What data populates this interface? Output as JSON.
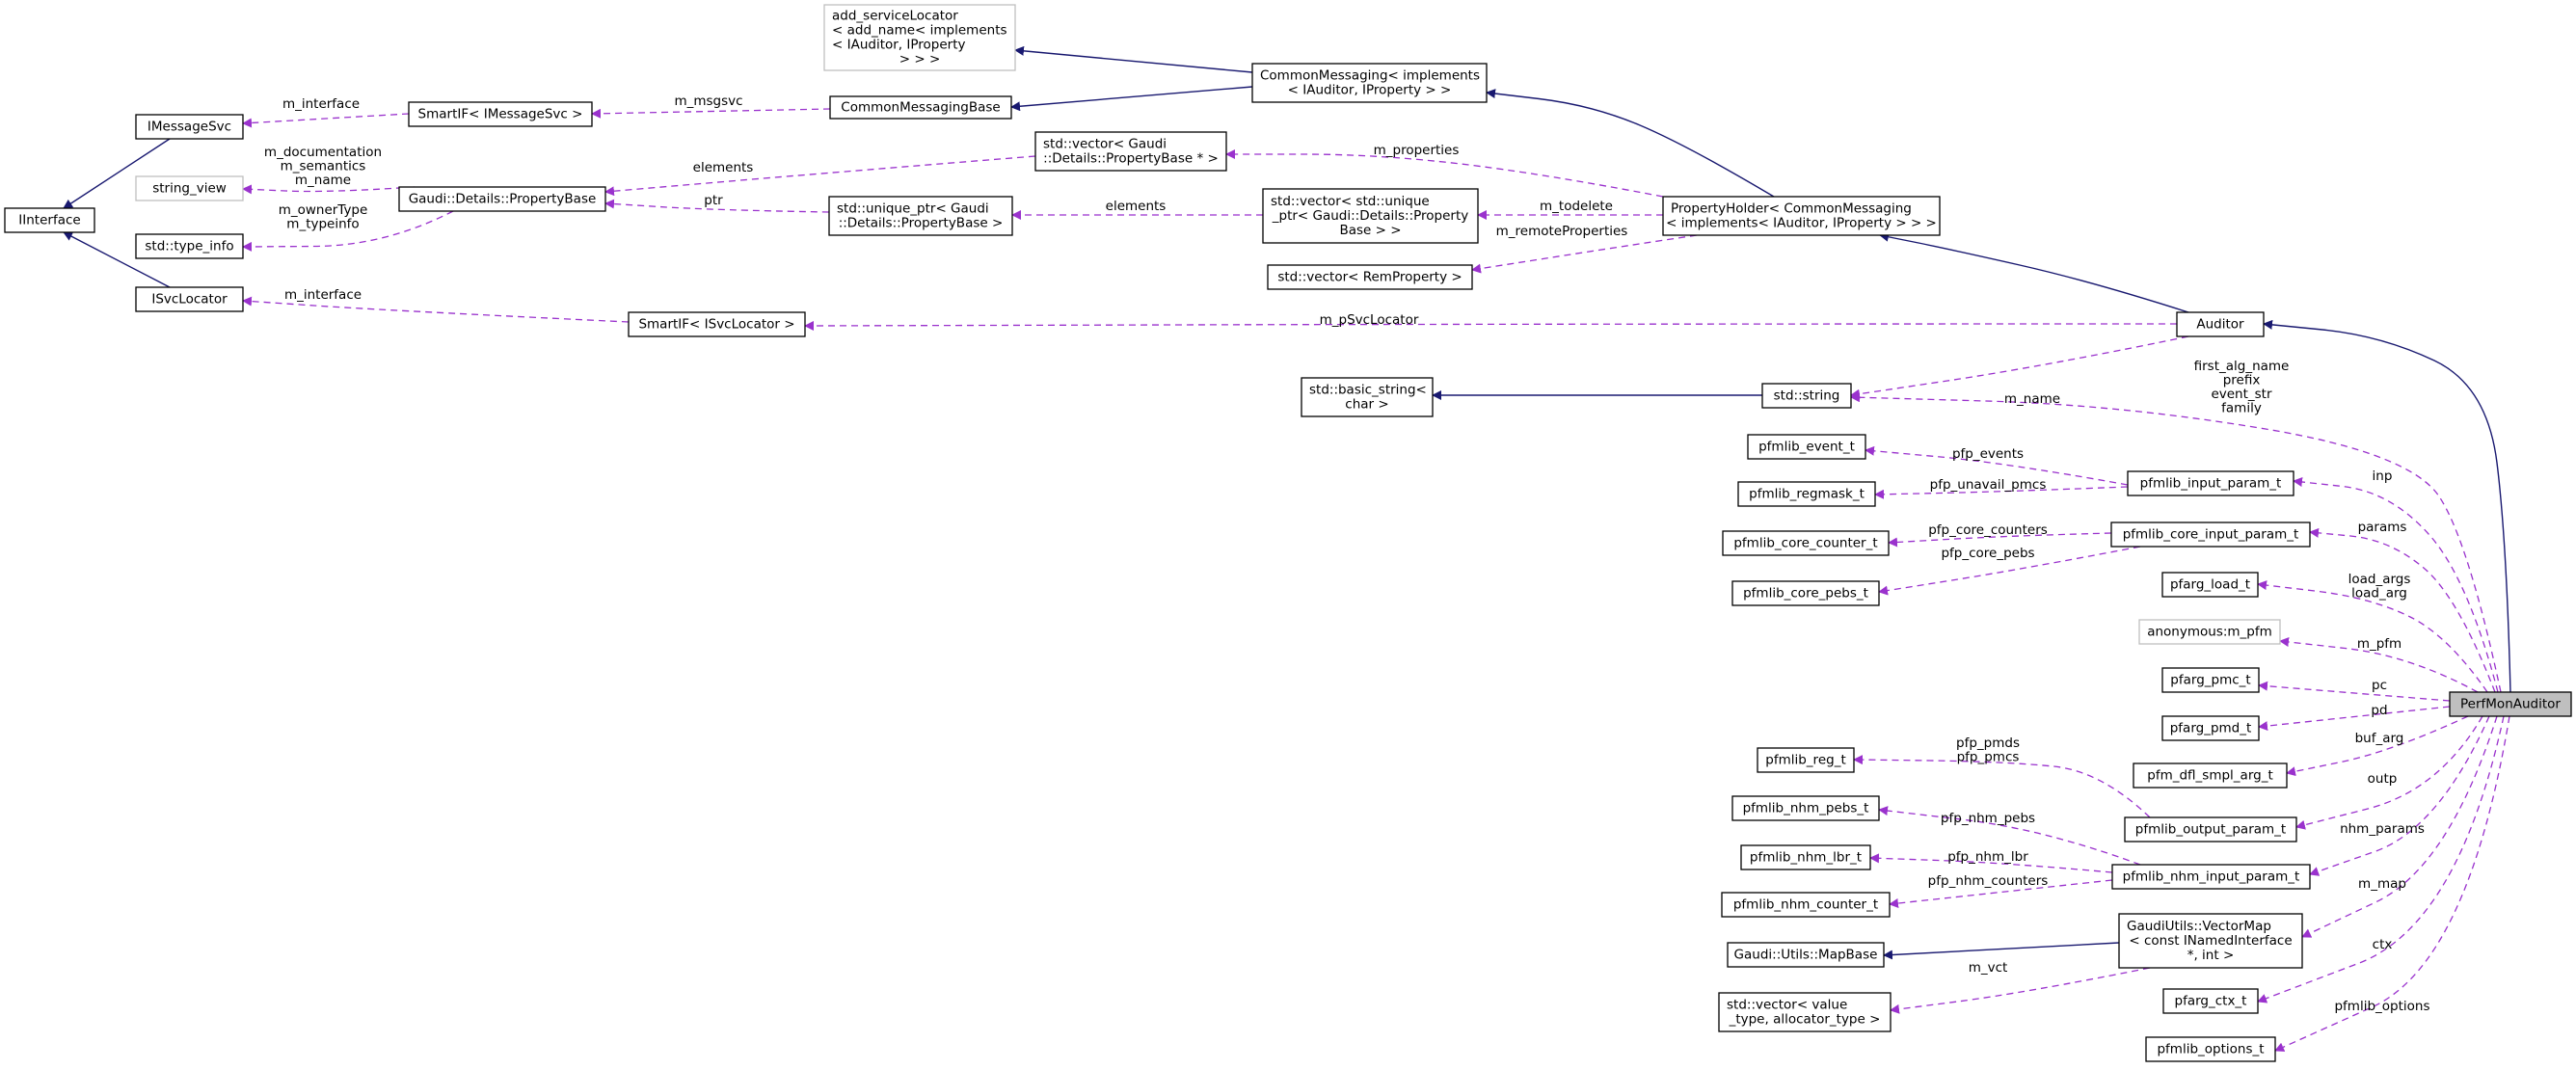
{
  "nodes": [
    {
      "id": "add_serviceLocator",
      "lines": [
        "add_serviceLocator",
        "< add_name< implements",
        "< IAuditor, IProperty",
        "> > >"
      ],
      "style": "grey"
    },
    {
      "id": "CommonMessaging_impl",
      "lines": [
        "CommonMessaging< implements",
        "< IAuditor, IProperty > >"
      ]
    },
    {
      "id": "CommonMessagingBase",
      "lines": [
        "CommonMessagingBase"
      ]
    },
    {
      "id": "IMessageSvc",
      "lines": [
        "IMessageSvc"
      ]
    },
    {
      "id": "SmartIF_IMessageSvc",
      "lines": [
        "SmartIF< IMessageSvc >"
      ]
    },
    {
      "id": "IInterface",
      "lines": [
        "IInterface"
      ]
    },
    {
      "id": "string_view",
      "lines": [
        "string_view"
      ],
      "style": "grey"
    },
    {
      "id": "PropertyBase",
      "lines": [
        "Gaudi::Details::PropertyBase"
      ]
    },
    {
      "id": "type_info",
      "lines": [
        "std::type_info"
      ]
    },
    {
      "id": "vector_PropertyBase_ptr",
      "lines": [
        "std::vector< Gaudi",
        "::Details::PropertyBase * >"
      ]
    },
    {
      "id": "unique_ptr_PropertyBase",
      "lines": [
        "std::unique_ptr< Gaudi",
        "::Details::PropertyBase >"
      ]
    },
    {
      "id": "vector_unique_ptr",
      "lines": [
        "std::vector< std::unique",
        "_ptr< Gaudi::Details::Property",
        "Base > >"
      ]
    },
    {
      "id": "PropertyHolder",
      "lines": [
        "PropertyHolder< CommonMessaging",
        "< implements< IAuditor, IProperty > > >"
      ]
    },
    {
      "id": "vector_RemProperty",
      "lines": [
        "std::vector< RemProperty >"
      ]
    },
    {
      "id": "ISvcLocator",
      "lines": [
        "ISvcLocator"
      ]
    },
    {
      "id": "SmartIF_ISvcLocator",
      "lines": [
        "SmartIF< ISvcLocator >"
      ]
    },
    {
      "id": "Auditor",
      "lines": [
        "Auditor"
      ]
    },
    {
      "id": "basic_string",
      "lines": [
        "std::basic_string<",
        "char >"
      ]
    },
    {
      "id": "std_string",
      "lines": [
        "std::string"
      ]
    },
    {
      "id": "pfmlib_event_t",
      "lines": [
        "pfmlib_event_t"
      ]
    },
    {
      "id": "pfmlib_regmask_t",
      "lines": [
        "pfmlib_regmask_t"
      ]
    },
    {
      "id": "pfmlib_input_param_t",
      "lines": [
        "pfmlib_input_param_t"
      ]
    },
    {
      "id": "pfmlib_core_counter_t",
      "lines": [
        "pfmlib_core_counter_t"
      ]
    },
    {
      "id": "pfmlib_core_input_param_t",
      "lines": [
        "pfmlib_core_input_param_t"
      ]
    },
    {
      "id": "pfmlib_core_pebs_t",
      "lines": [
        "pfmlib_core_pebs_t"
      ]
    },
    {
      "id": "pfarg_load_t",
      "lines": [
        "pfarg_load_t"
      ]
    },
    {
      "id": "anonymous_m_pfm",
      "lines": [
        "anonymous:m_pfm"
      ],
      "style": "grey"
    },
    {
      "id": "pfarg_pmc_t",
      "lines": [
        "pfarg_pmc_t"
      ]
    },
    {
      "id": "pfarg_pmd_t",
      "lines": [
        "pfarg_pmd_t"
      ]
    },
    {
      "id": "pfm_dfl_smpl_arg_t",
      "lines": [
        "pfm_dfl_smpl_arg_t"
      ]
    },
    {
      "id": "pfmlib_reg_t",
      "lines": [
        "pfmlib_reg_t"
      ]
    },
    {
      "id": "pfmlib_output_param_t",
      "lines": [
        "pfmlib_output_param_t"
      ]
    },
    {
      "id": "pfmlib_nhm_pebs_t",
      "lines": [
        "pfmlib_nhm_pebs_t"
      ]
    },
    {
      "id": "pfmlib_nhm_lbr_t",
      "lines": [
        "pfmlib_nhm_lbr_t"
      ]
    },
    {
      "id": "pfmlib_nhm_input_param_t",
      "lines": [
        "pfmlib_nhm_input_param_t"
      ]
    },
    {
      "id": "pfmlib_nhm_counter_t",
      "lines": [
        "pfmlib_nhm_counter_t"
      ]
    },
    {
      "id": "MapBase",
      "lines": [
        "Gaudi::Utils::MapBase"
      ]
    },
    {
      "id": "VectorMap",
      "lines": [
        "GaudiUtils::VectorMap",
        "< const INamedInterface",
        "*, int >"
      ]
    },
    {
      "id": "vector_value_type",
      "lines": [
        "std::vector< value",
        "_type, allocator_type >"
      ]
    },
    {
      "id": "pfarg_ctx_t",
      "lines": [
        "pfarg_ctx_t"
      ]
    },
    {
      "id": "pfmlib_options_t",
      "lines": [
        "pfmlib_options_t"
      ]
    },
    {
      "id": "PerfMonAuditor",
      "lines": [
        "PerfMonAuditor"
      ],
      "style": "focus"
    }
  ],
  "inheritance_edges": [
    {
      "from": "CommonMessaging_impl",
      "to": "add_serviceLocator"
    },
    {
      "from": "CommonMessaging_impl",
      "to": "CommonMessagingBase"
    },
    {
      "from": "IMessageSvc",
      "to": "IInterface"
    },
    {
      "from": "ISvcLocator",
      "to": "IInterface"
    },
    {
      "from": "PropertyHolder",
      "to": "CommonMessaging_impl"
    },
    {
      "from": "Auditor",
      "to": "PropertyHolder"
    },
    {
      "from": "PerfMonAuditor",
      "to": "Auditor"
    },
    {
      "from": "std_string",
      "to": "basic_string"
    },
    {
      "from": "VectorMap",
      "to": "MapBase"
    }
  ],
  "usage_edges": [
    {
      "from": "SmartIF_IMessageSvc",
      "to": "IMessageSvc",
      "label": [
        "m_interface"
      ]
    },
    {
      "from": "CommonMessagingBase",
      "to": "SmartIF_IMessageSvc",
      "label": [
        "m_msgsvc"
      ]
    },
    {
      "from": "PropertyBase",
      "to": "string_view",
      "label": [
        "m_documentation",
        "m_semantics",
        "m_name"
      ]
    },
    {
      "from": "PropertyBase",
      "to": "type_info",
      "label": [
        "m_ownerType",
        "m_typeinfo"
      ]
    },
    {
      "from": "vector_PropertyBase_ptr",
      "to": "PropertyBase",
      "label": [
        "elements"
      ]
    },
    {
      "from": "unique_ptr_PropertyBase",
      "to": "PropertyBase",
      "label": [
        "ptr"
      ]
    },
    {
      "from": "vector_unique_ptr",
      "to": "unique_ptr_PropertyBase",
      "label": [
        "elements"
      ]
    },
    {
      "from": "PropertyHolder",
      "to": "vector_PropertyBase_ptr",
      "label": [
        "m_properties"
      ]
    },
    {
      "from": "PropertyHolder",
      "to": "vector_unique_ptr",
      "label": [
        "m_todelete"
      ]
    },
    {
      "from": "PropertyHolder",
      "to": "vector_RemProperty",
      "label": [
        "m_remoteProperties"
      ]
    },
    {
      "from": "SmartIF_ISvcLocator",
      "to": "ISvcLocator",
      "label": [
        "m_interface"
      ]
    },
    {
      "from": "Auditor",
      "to": "SmartIF_ISvcLocator",
      "label": [
        "m_pSvcLocator"
      ]
    },
    {
      "from": "Auditor",
      "to": "std_string",
      "label": [
        "m_name"
      ]
    },
    {
      "from": "PerfMonAuditor",
      "to": "std_string",
      "label": [
        "first_alg_name",
        "prefix",
        "event_str",
        "family"
      ]
    },
    {
      "from": "pfmlib_input_param_t",
      "to": "pfmlib_event_t",
      "label": [
        "pfp_events"
      ]
    },
    {
      "from": "pfmlib_input_param_t",
      "to": "pfmlib_regmask_t",
      "label": [
        "pfp_unavail_pmcs"
      ]
    },
    {
      "from": "PerfMonAuditor",
      "to": "pfmlib_input_param_t",
      "label": [
        "inp"
      ]
    },
    {
      "from": "pfmlib_core_input_param_t",
      "to": "pfmlib_core_counter_t",
      "label": [
        "pfp_core_counters"
      ]
    },
    {
      "from": "pfmlib_core_input_param_t",
      "to": "pfmlib_core_pebs_t",
      "label": [
        "pfp_core_pebs"
      ]
    },
    {
      "from": "PerfMonAuditor",
      "to": "pfmlib_core_input_param_t",
      "label": [
        "params"
      ]
    },
    {
      "from": "PerfMonAuditor",
      "to": "pfarg_load_t",
      "label": [
        "load_args",
        "load_arg"
      ]
    },
    {
      "from": "PerfMonAuditor",
      "to": "anonymous_m_pfm",
      "label": [
        "m_pfm"
      ]
    },
    {
      "from": "PerfMonAuditor",
      "to": "pfarg_pmc_t",
      "label": [
        "pc"
      ]
    },
    {
      "from": "PerfMonAuditor",
      "to": "pfarg_pmd_t",
      "label": [
        "pd"
      ]
    },
    {
      "from": "PerfMonAuditor",
      "to": "pfm_dfl_smpl_arg_t",
      "label": [
        "buf_arg"
      ]
    },
    {
      "from": "pfmlib_output_param_t",
      "to": "pfmlib_reg_t",
      "label": [
        "pfp_pmds",
        "pfp_pmcs"
      ]
    },
    {
      "from": "PerfMonAuditor",
      "to": "pfmlib_output_param_t",
      "label": [
        "outp"
      ]
    },
    {
      "from": "pfmlib_nhm_input_param_t",
      "to": "pfmlib_nhm_pebs_t",
      "label": [
        "pfp_nhm_pebs"
      ]
    },
    {
      "from": "pfmlib_nhm_input_param_t",
      "to": "pfmlib_nhm_lbr_t",
      "label": [
        "pfp_nhm_lbr"
      ]
    },
    {
      "from": "pfmlib_nhm_input_param_t",
      "to": "pfmlib_nhm_counter_t",
      "label": [
        "pfp_nhm_counters"
      ]
    },
    {
      "from": "PerfMonAuditor",
      "to": "pfmlib_nhm_input_param_t",
      "label": [
        "nhm_params"
      ]
    },
    {
      "from": "VectorMap",
      "to": "vector_value_type",
      "label": [
        "m_vct"
      ]
    },
    {
      "from": "PerfMonAuditor",
      "to": "VectorMap",
      "label": [
        "m_map"
      ]
    },
    {
      "from": "PerfMonAuditor",
      "to": "pfarg_ctx_t",
      "label": [
        "ctx"
      ]
    },
    {
      "from": "PerfMonAuditor",
      "to": "pfmlib_options_t",
      "label": [
        "pfmlib_options"
      ]
    }
  ],
  "colors": {
    "inheritance": "#191970",
    "usage": "#9a32cd",
    "node_border": "#000000",
    "grey_border": "#bfbfbf",
    "focus_fill": "#bfbfbf"
  }
}
